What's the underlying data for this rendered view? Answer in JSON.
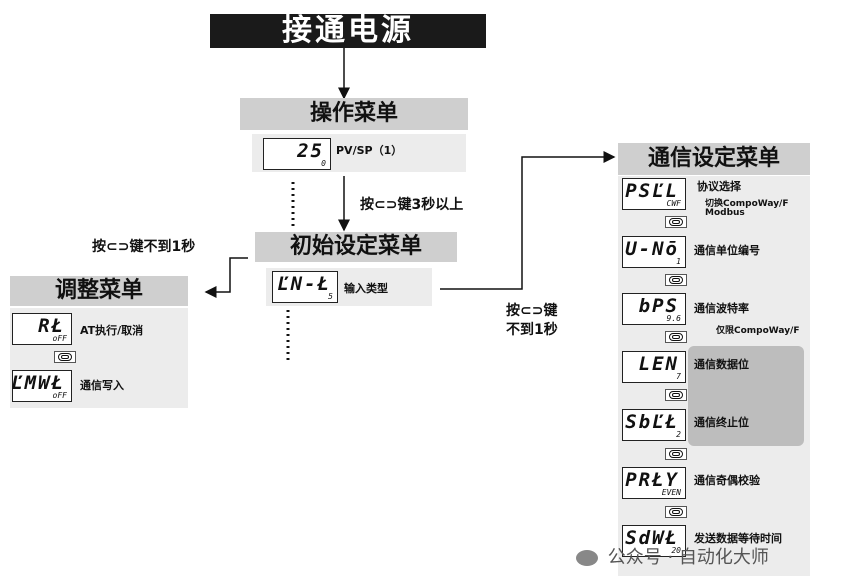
{
  "top_title": "接通电源",
  "operation_menu": {
    "title": "操作菜单",
    "display_main": "25",
    "display_sub": "0",
    "label": "PV/SP（1）"
  },
  "hold_note": "按⊂⊃键3秒以上",
  "left_note": "按⊂⊃键不到1秒",
  "initial_menu": {
    "title": "初始设定菜单",
    "display_main": "ĽN-Ł",
    "display_sub": "5",
    "label": "输入类型"
  },
  "adjust_menu": {
    "title": "调整菜单",
    "items": [
      {
        "main": "RŁ",
        "sub": "oFF",
        "label": "AT执行/取消"
      },
      {
        "main": "ĽMWŁ",
        "sub": "oFF",
        "label": "通信写入"
      }
    ]
  },
  "right_note_line1": "按⊂⊃键",
  "right_note_line2": "不到1秒",
  "comm_menu": {
    "title": "通信设定菜单",
    "items": [
      {
        "main": "PSĽL",
        "sub": "CWF",
        "label": "协议选择",
        "extra1": "切换CompoWay/F",
        "extra2": "Modbus"
      },
      {
        "main": "U-Nō",
        "sub": "1",
        "label": "通信单位编号"
      },
      {
        "main": "bPS",
        "sub": "9.6",
        "label": "通信波特率"
      },
      {
        "main": "LEN",
        "sub": "7",
        "label": "通信数据位"
      },
      {
        "main": "SbĽŁ",
        "sub": "2",
        "label": "通信终止位"
      },
      {
        "main": "PRŁY",
        "sub": "EVEN",
        "label": "通信奇偶校验"
      },
      {
        "main": "SdWŁ",
        "sub": "20",
        "label": "发送数据等待时间"
      }
    ],
    "compoway_note": "仅限CompoWay/F"
  },
  "watermark": "公众号 · 自动化大师"
}
